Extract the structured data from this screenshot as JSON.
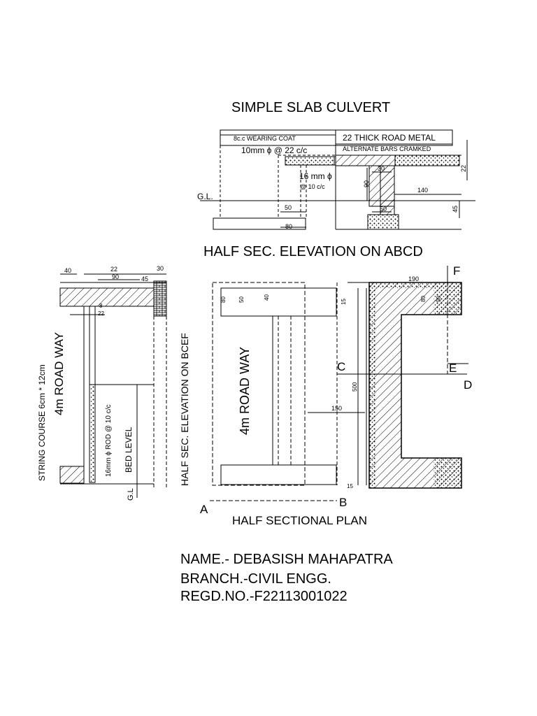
{
  "titles": {
    "main": "SIMPLE SLAB CULVERT",
    "elevation": "HALF SEC. ELEVATION ON ABCD",
    "plan": "HALF SECTIONAL PLAN",
    "side": "HALF SEC. ELEVATION ON BCEF"
  },
  "elevation": {
    "wearing_coat": "8c.c WEARING COAT",
    "road_metal": "22 THICK ROAD METAL",
    "bars_note": "ALTERNATE BARS CRAMKED",
    "main_bar": "10mm ϕ @ 22 c/c",
    "rod_size": "16 mm ϕ",
    "rod_spacing": "@ 10 c/c",
    "gl": "G.L.",
    "dims": {
      "d30": "30",
      "d90": "90",
      "d140": "140",
      "d50a": "50",
      "d50b": "50",
      "d80": "80",
      "d45": "45",
      "d22": "22"
    }
  },
  "side": {
    "dims": {
      "d40": "40",
      "d22": "22",
      "d90": "90",
      "d30": "30",
      "d45": "45",
      "d8": "8",
      "d22b": "22"
    },
    "string_course": "STRING COURSE 6cm * 12cm",
    "road_way": "4m ROAD WAY",
    "rod": "16mm ϕ ROD @ 10 c/c",
    "bed_level": "BED LEVEL",
    "gl": "G.L"
  },
  "plan": {
    "road_way": "4m ROAD WAY",
    "dims": {
      "d80": "80",
      "d50": "50",
      "d40": "40",
      "d15": "15",
      "d190": "190",
      "d80b": "80",
      "d50b": "50",
      "d500": "500",
      "d150": "150",
      "d15b": "15"
    },
    "points": {
      "a": "A",
      "b": "B",
      "c": "C",
      "d": "D",
      "e": "E",
      "f": "F"
    }
  },
  "student": {
    "name": "NAME.- DEBASISH MAHAPATRA",
    "branch": "BRANCH.-CIVIL ENGG.",
    "regd": "REGD.NO.-F22113001022"
  }
}
